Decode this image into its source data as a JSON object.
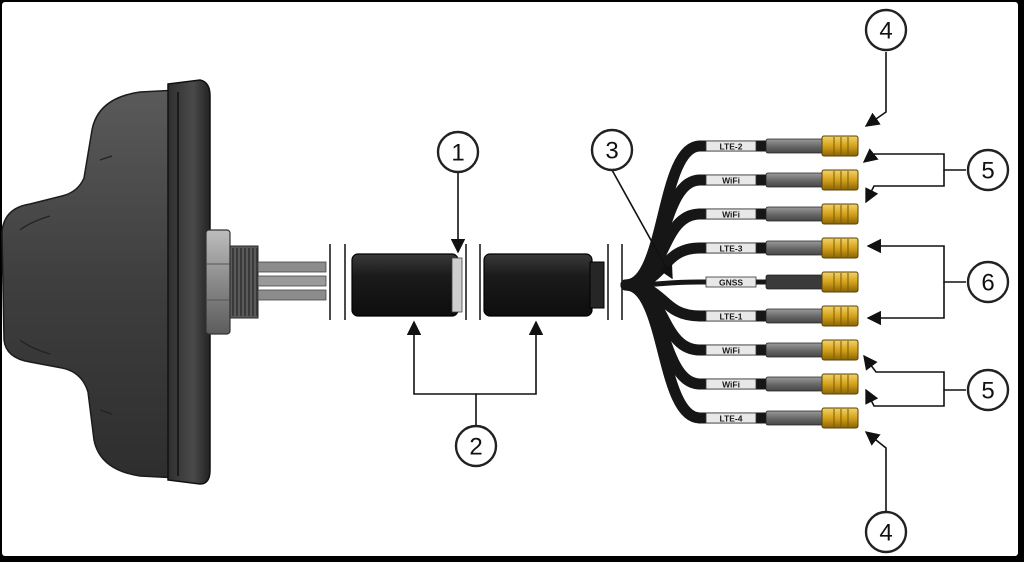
{
  "callouts": [
    {
      "id": "c1",
      "number": "1"
    },
    {
      "id": "c2",
      "number": "2"
    },
    {
      "id": "c3",
      "number": "3"
    },
    {
      "id": "c4a",
      "number": "4"
    },
    {
      "id": "c5a",
      "number": "5"
    },
    {
      "id": "c6",
      "number": "6"
    },
    {
      "id": "c5b",
      "number": "5"
    },
    {
      "id": "c4b",
      "number": "4"
    }
  ],
  "cables": [
    {
      "label": "LTE-2",
      "connector": "gold"
    },
    {
      "label": "WiFi",
      "connector": "gold"
    },
    {
      "label": "WiFi",
      "connector": "gold"
    },
    {
      "label": "LTE-3",
      "connector": "gold"
    },
    {
      "label": "GNSS",
      "connector": "dark"
    },
    {
      "label": "LTE-1",
      "connector": "gold"
    },
    {
      "label": "WiFi",
      "connector": "gold"
    },
    {
      "label": "WiFi",
      "connector": "gold"
    },
    {
      "label": "LTE-4",
      "connector": "gold"
    }
  ],
  "colors": {
    "antenna_body": "#4a4a4a",
    "cable": "#161616",
    "connector_gold": "#d4a21a",
    "connector_dark": "#3a3a3a",
    "label_band": "#e8e8e8"
  }
}
